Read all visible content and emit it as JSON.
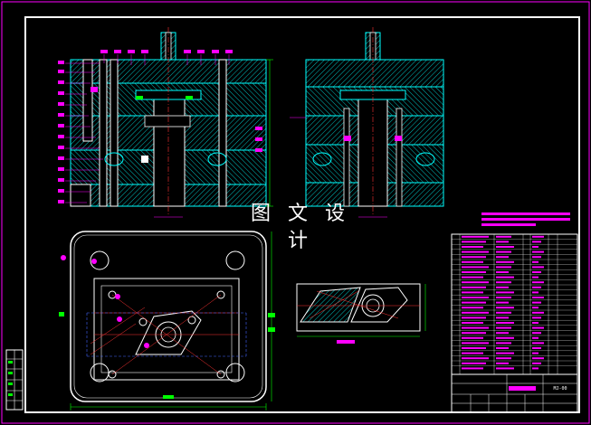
{
  "watermark": "图 文 设 计",
  "colors": {
    "background": "#000000",
    "frame": "#ffffff",
    "outline": "#00ffff",
    "accent": "#ff00ff",
    "dims": "#00ff00",
    "hatch": "#00bfbf",
    "center": "#ff3333",
    "hidden": "#4466ff"
  },
  "title_block": {
    "code": "MJ-00"
  },
  "views": [
    {
      "id": "main-section"
    },
    {
      "id": "side-section"
    },
    {
      "id": "plan-view"
    },
    {
      "id": "part-view"
    }
  ],
  "icons": [
    "none"
  ]
}
